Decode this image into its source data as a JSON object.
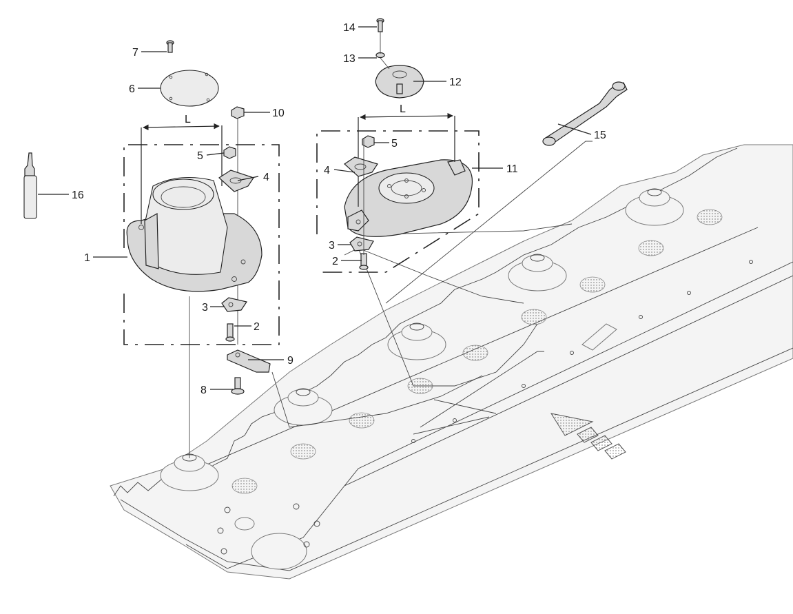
{
  "callouts": {
    "c1": "1",
    "c2a": "2",
    "c2b": "2",
    "c3a": "3",
    "c3b": "3",
    "c4a": "4",
    "c4b": "4",
    "c5a": "5",
    "c5b": "5",
    "c6": "6",
    "c7": "7",
    "c8": "8",
    "c9": "9",
    "c10": "10",
    "c11": "11",
    "c12": "12",
    "c13": "13",
    "c14": "14",
    "c15": "15",
    "c16": "16"
  },
  "dimensions": {
    "left_L": "L",
    "right_L": "L"
  }
}
